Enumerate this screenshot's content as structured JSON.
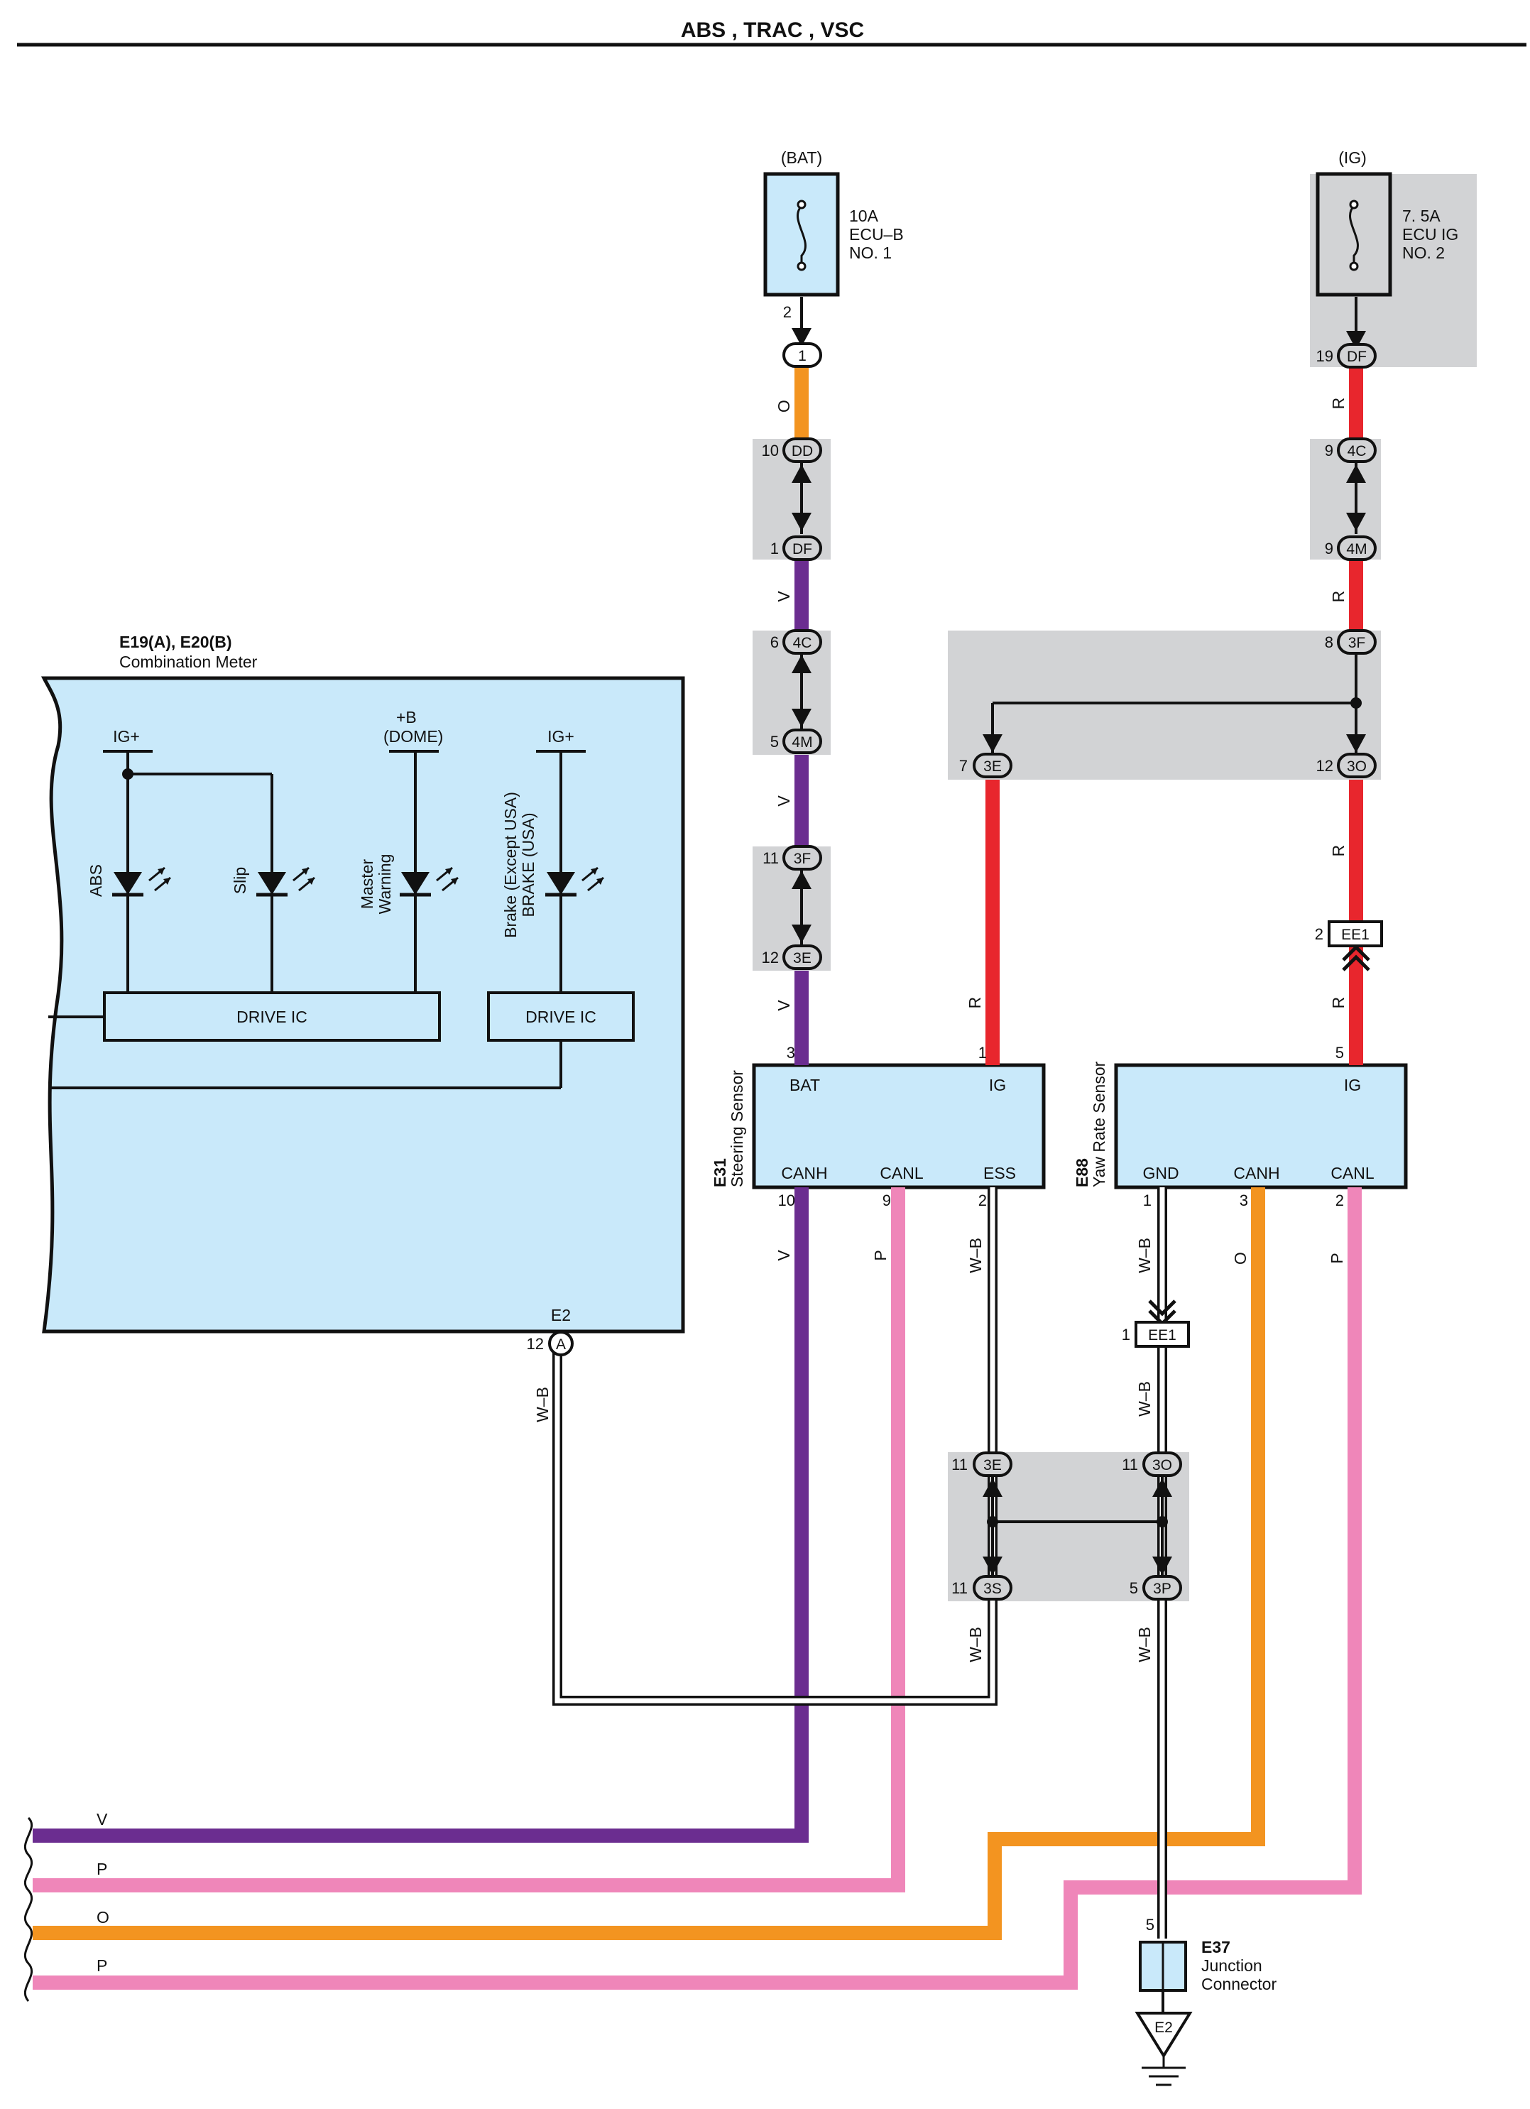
{
  "title": "ABS , TRAC , VSC",
  "colors": {
    "orange": "#f39420",
    "violet": "#6b2d90",
    "red": "#e8262d",
    "pink": "#ef86b9",
    "white_black": "#ffffff",
    "component_fill": "#c9e9fa",
    "junction_bg": "#d2d3d5",
    "outline": "#111111"
  },
  "fuses": {
    "bat": {
      "source": "(BAT)",
      "rating": "10A",
      "name": "ECU–B",
      "number": "NO. 1"
    },
    "ig": {
      "source": "(IG)",
      "rating": "7. 5A",
      "name": "ECU IG",
      "number": "NO. 2"
    }
  },
  "meter": {
    "title": "E19(A), E20(B)",
    "subtitle": "Combination Meter",
    "supply_left": "IG+",
    "supply_dome_1": "+B",
    "supply_dome_2": "(DOME)",
    "supply_right": "IG+",
    "lamps": {
      "abs": "ABS",
      "slip": "Slip",
      "master_1": "Master",
      "master_2": "Warning",
      "brake_1": "Brake (Except USA)",
      "brake_2": "BRAKE (USA)"
    },
    "drive_ic_left": "DRIVE IC",
    "drive_ic_right": "DRIVE IC",
    "ground_label": "E2",
    "ground_pin": "12",
    "ground_connector": "A",
    "ground_wire": "W–B"
  },
  "steering_sensor": {
    "code": "E31",
    "name": "Steering Sensor",
    "bat": "BAT",
    "ig": "IG",
    "canh": "CANH",
    "canl": "CANL",
    "ess": "ESS",
    "pin_bat": "3",
    "pin_ig": "1",
    "pin_canh": "10",
    "pin_canl": "9",
    "pin_ess": "2"
  },
  "yaw_sensor": {
    "code": "E88",
    "name": "Yaw Rate Sensor",
    "ig": "IG",
    "gnd": "GND",
    "canh": "CANH",
    "canl": "CANL",
    "pin_ig": "5",
    "pin_gnd": "1",
    "pin_canh": "3",
    "pin_canl": "2"
  },
  "junction_connector": {
    "code": "E37",
    "name_1": "Junction",
    "name_2": "Connector",
    "pin": "5",
    "ground": "E2"
  },
  "connectors": {
    "bat_fuse_pin": "2",
    "c_1": "1",
    "dd_pin": "10",
    "dd": "DD",
    "df_left_pin": "1",
    "df_left": "DF",
    "c4c_left_pin": "6",
    "c4c_left": "4C",
    "c4m_left_pin": "5",
    "c4m_left": "4M",
    "c3f_left_pin": "11",
    "c3f_left": "3F",
    "c3e_left_pin": "12",
    "c3e_left": "3E",
    "df_right_pin": "19",
    "df_right": "DF",
    "c4c_right_pin": "9",
    "c4c_right": "4C",
    "c4m_right_pin": "9",
    "c4m_right": "4M",
    "c3f_right_pin": "8",
    "c3f_right": "3F",
    "c3e_mid_pin": "7",
    "c3e_mid": "3E",
    "c3o_right_pin": "12",
    "c3o_right": "3O",
    "ee1_top_pin": "2",
    "ee1_top": "EE1",
    "ee1_bottom_pin": "1",
    "ee1_bottom": "EE1",
    "c3e_gnd_pin": "11",
    "c3e_gnd": "3E",
    "c3o_gnd_pin": "11",
    "c3o_gnd": "3O",
    "c3s_pin": "11",
    "c3s": "3S",
    "c3p_pin": "5",
    "c3p": "3P"
  },
  "wire_labels": {
    "bat_top": "O",
    "violet_1": "V",
    "violet_2": "V",
    "violet_3": "V",
    "red_1": "R",
    "red_2": "R",
    "red_3": "R",
    "red_4": "R",
    "red_mid": "R",
    "steer_canh": "V",
    "steer_canl": "P",
    "steer_ess": "W–B",
    "steer_ess_low": "W–B",
    "yaw_gnd_1": "W–B",
    "yaw_gnd_2": "W–B",
    "yaw_gnd_3": "W–B",
    "yaw_canh": "O",
    "yaw_canl": "P"
  },
  "bus": {
    "line_1": "V",
    "line_2": "P",
    "line_3": "O",
    "line_4": "P"
  }
}
